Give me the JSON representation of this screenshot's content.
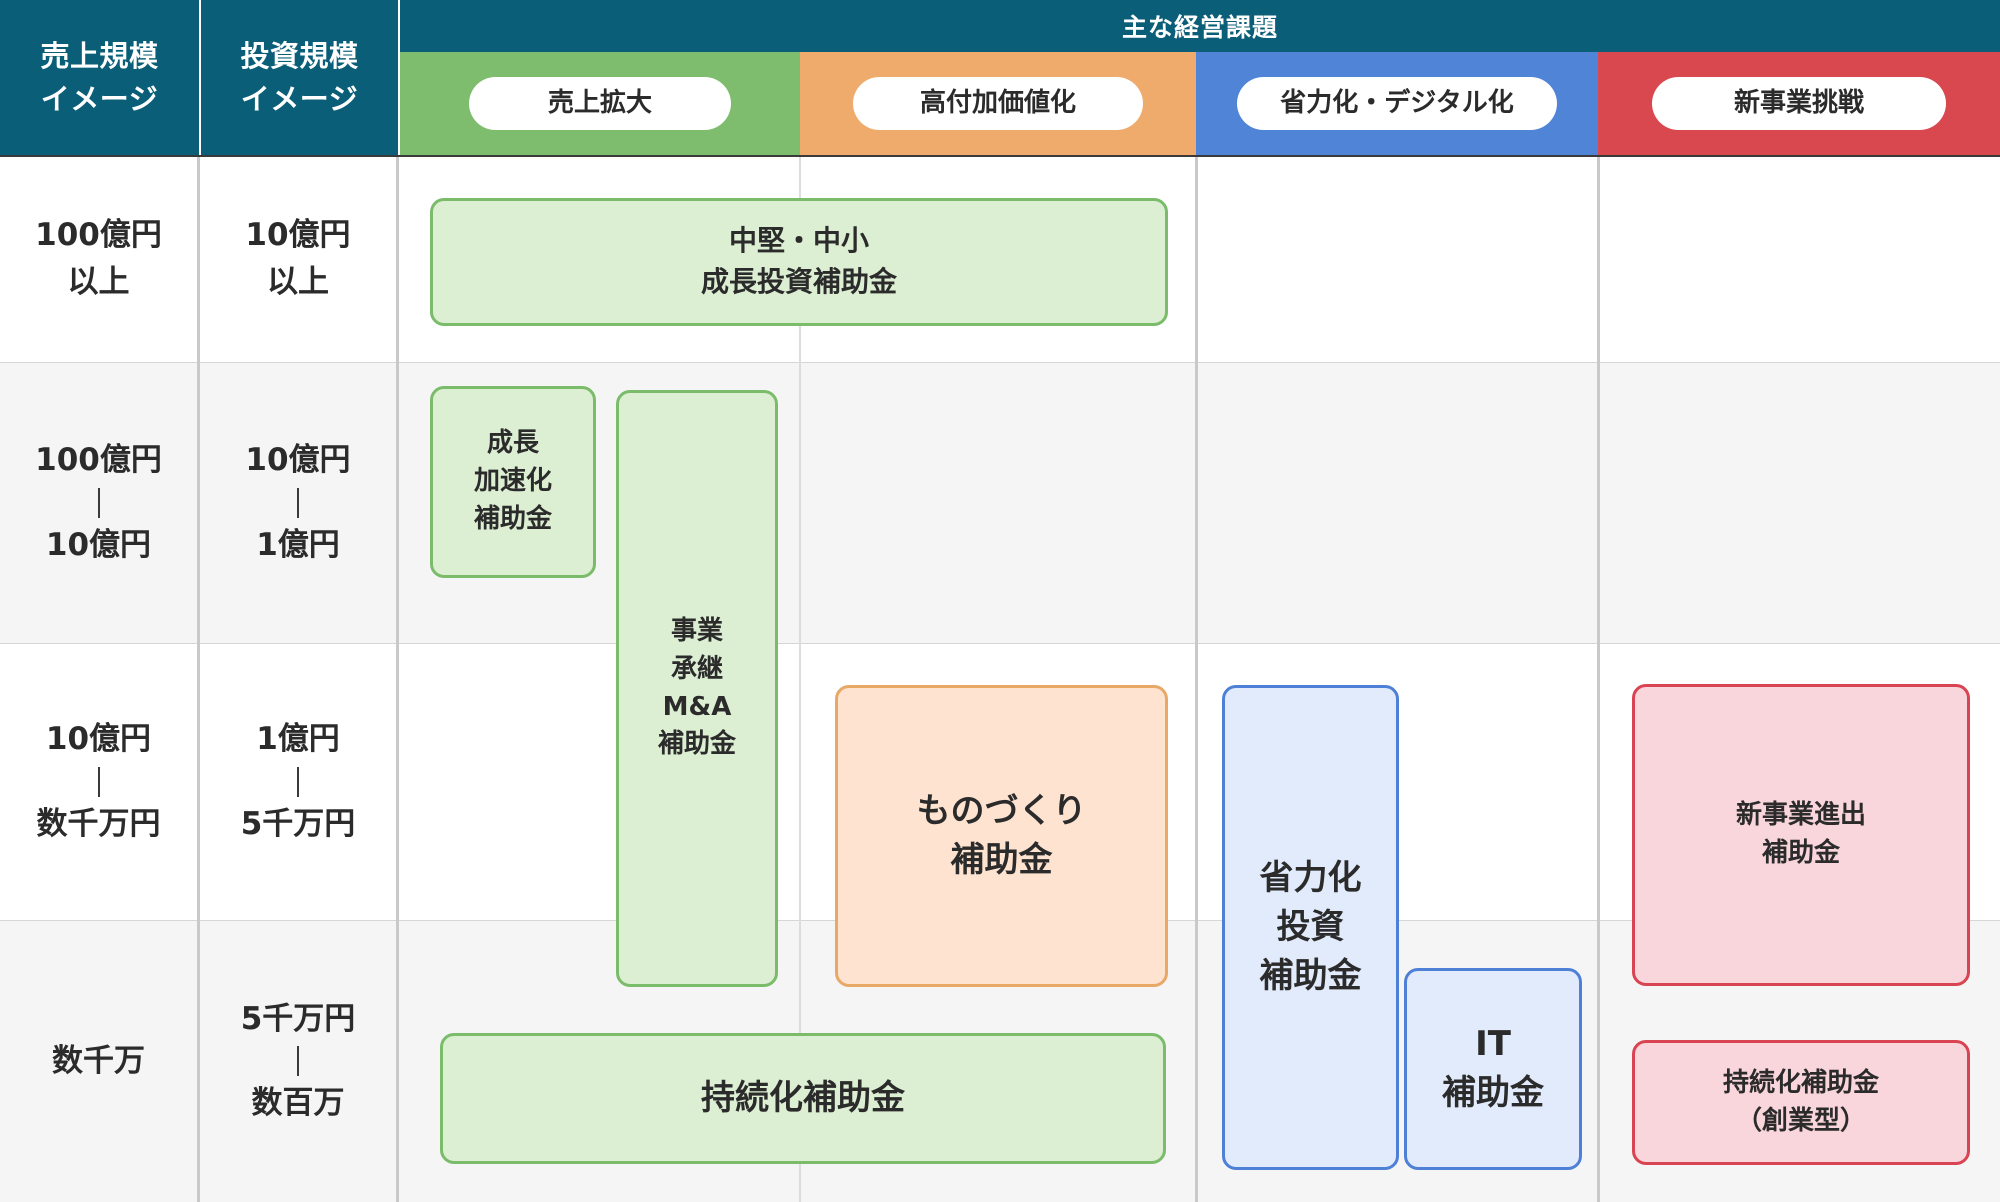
{
  "header": {
    "row_label_columns": [
      {
        "line1": "売上規模",
        "line2": "イメージ"
      },
      {
        "line1": "投資規模",
        "line2": "イメージ"
      }
    ],
    "main_title": "主な経営課題",
    "categories": [
      {
        "label": "売上拡大",
        "color": "#7ebd6e"
      },
      {
        "label": "高付加価値化",
        "color": "#efab6b"
      },
      {
        "label": "省力化・デジタル化",
        "color": "#4f84d6"
      },
      {
        "label": "新事業挑戦",
        "color": "#d9484f"
      }
    ]
  },
  "rows": [
    {
      "sales": {
        "line1": "100億円",
        "line2": "以上",
        "dash": false
      },
      "investment": {
        "line1": "10億円",
        "line2": "以上",
        "dash": false
      }
    },
    {
      "sales": {
        "line1": "100億円",
        "line2": "10億円",
        "dash": true
      },
      "investment": {
        "line1": "10億円",
        "line2": "1億円",
        "dash": true
      }
    },
    {
      "sales": {
        "line1": "10億円",
        "line2": "数千万円",
        "dash": true
      },
      "investment": {
        "line1": "1億円",
        "line2": "5千万円",
        "dash": true
      }
    },
    {
      "sales": {
        "line1": "数千万",
        "line2": "",
        "dash": false
      },
      "investment": {
        "line1": "5千万円",
        "line2": "数百万",
        "dash": true
      }
    }
  ],
  "boxes": [
    {
      "id": "chuken-chusho",
      "text": "中堅・中小\n成長投資補助金",
      "color": "green",
      "font_size": 28
    },
    {
      "id": "seicho-kasokuka",
      "text": "成長\n加速化\n補助金",
      "color": "green",
      "font_size": 26
    },
    {
      "id": "jigyo-shokei-ma",
      "text": "事業\n承継\nM&A\n補助金",
      "color": "green",
      "font_size": 26
    },
    {
      "id": "monodukuri",
      "text": "ものづくり\n補助金",
      "color": "orange",
      "font_size": 34
    },
    {
      "id": "shoryokuka",
      "text": "省力化\n投資\n補助金",
      "color": "blue",
      "font_size": 34
    },
    {
      "id": "it-hojokin",
      "text": "IT\n補助金",
      "color": "blue",
      "font_size": 34
    },
    {
      "id": "shin-jigyo",
      "text": "新事業進出\n補助金",
      "color": "red",
      "font_size": 26
    },
    {
      "id": "jizokuka",
      "text": "持続化補助金",
      "color": "green",
      "font_size": 34
    },
    {
      "id": "jizokuka-sogyo",
      "text": "持続化補助金\n（創業型）",
      "color": "red",
      "font_size": 26
    }
  ],
  "colors": {
    "header_bg": "#0b5e77",
    "alt_row_bg": "#f5f5f5",
    "text": "#2b2b2b"
  }
}
